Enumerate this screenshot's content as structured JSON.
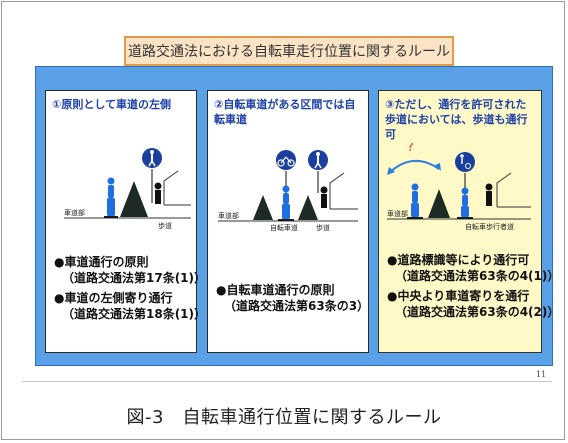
{
  "title": "道路交通法における自転車走行位置に関するルール",
  "panels": [
    {
      "heading": "①原則として車道の左側",
      "labels": {
        "roadway": "車道部",
        "sidewalk": "歩道"
      },
      "rules": [
        {
          "main": "●車道通行の原則",
          "law": "（道路交通法第17条(1)）"
        },
        {
          "main": "●車道の左側寄り通行",
          "law": "（道路交通法第18条(1)）"
        }
      ]
    },
    {
      "heading": "②自転車道がある区間では自転車道",
      "labels": {
        "roadway": "車道部",
        "bikeway": "自転車道",
        "sidewalk": "歩道"
      },
      "rules": [
        {
          "main": "●自転車道通行の原則",
          "law": "（道路交通法第63条の3）"
        }
      ]
    },
    {
      "heading": "③ただし、通行を許可された歩道においては、歩道も通行可",
      "question_mark": "?",
      "labels": {
        "roadway": "車道部",
        "shared_walk": "自転車歩行者道"
      },
      "rules": [
        {
          "main": "●道路標識等により通行可",
          "law": "（道路交通法第63条の4(1)）"
        },
        {
          "main": "●中央より車道寄りを通行",
          "law": "（道路交通法第63条の4(2)）"
        }
      ]
    }
  ],
  "page_number": "11",
  "caption": "図-3　自転車通行位置に関するルール",
  "colors": {
    "outer_blue": "#5aa0e6",
    "sign_blue": "#1a3f9e",
    "cyclist_blue": "#1f6fe0",
    "tree_dark": "#1e2a24",
    "title_orange": "#e59a4a",
    "arrow_blue": "#2a7de0",
    "question_red": "#e03a2a"
  }
}
